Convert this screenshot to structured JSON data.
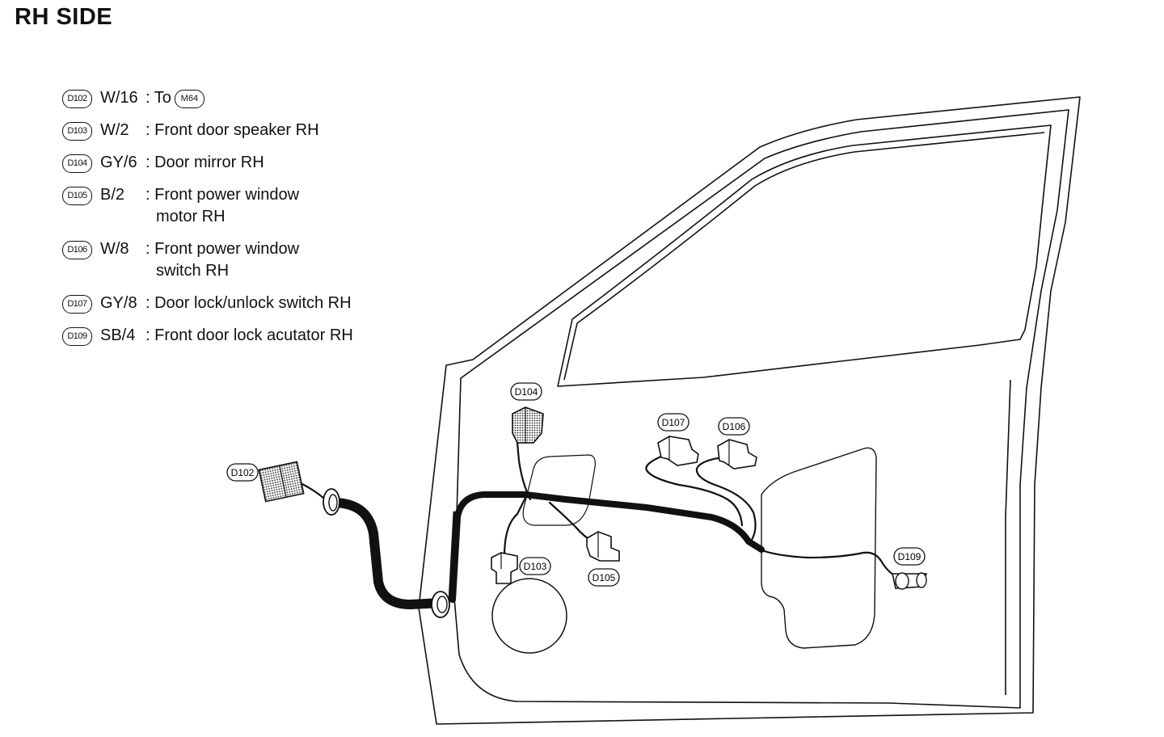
{
  "title": "RH SIDE",
  "legend": [
    {
      "id": "D102",
      "code": "W/16",
      "desc": ": To",
      "desc2": "",
      "ref": "M64"
    },
    {
      "id": "D103",
      "code": "W/2",
      "desc": ": Front door speaker RH",
      "desc2": ""
    },
    {
      "id": "D104",
      "code": "GY/6",
      "desc": ": Door mirror RH",
      "desc2": ""
    },
    {
      "id": "D105",
      "code": "B/2",
      "desc": ": Front power window",
      "desc2": "motor RH"
    },
    {
      "id": "D106",
      "code": "W/8",
      "desc": ": Front power window",
      "desc2": "switch RH"
    },
    {
      "id": "D107",
      "code": "GY/8",
      "desc": ": Door lock/unlock switch RH",
      "desc2": ""
    },
    {
      "id": "D109",
      "code": "SB/4",
      "desc": ": Front door lock acutator RH",
      "desc2": ""
    }
  ],
  "diagram": {
    "labels": {
      "d102": "D102",
      "d103": "D103",
      "d104": "D104",
      "d105": "D105",
      "d106": "D106",
      "d107": "D107",
      "d109": "D109"
    }
  }
}
